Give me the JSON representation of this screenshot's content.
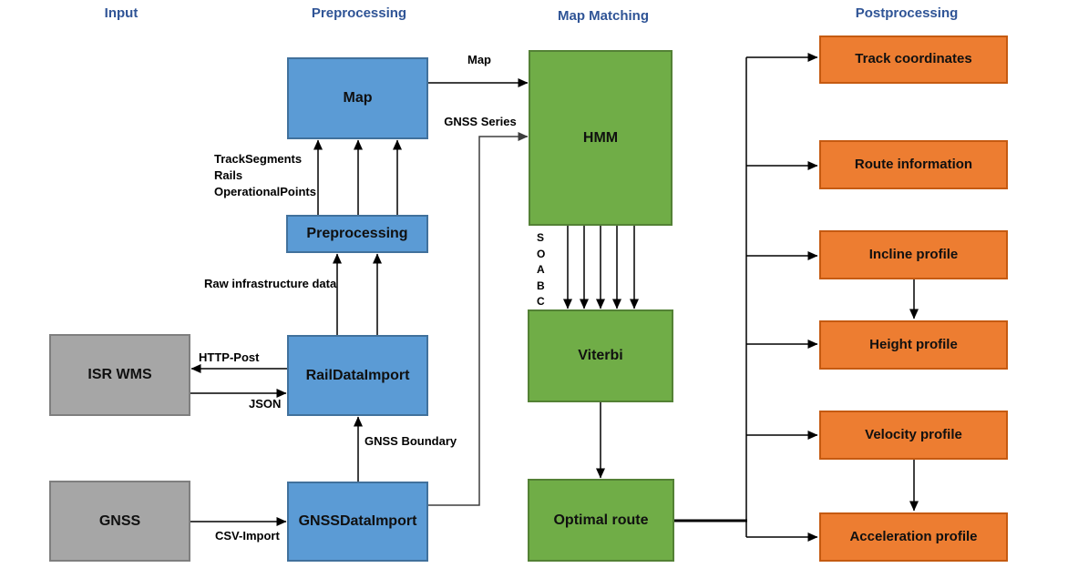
{
  "diagram": {
    "columns": [
      {
        "label": "Input"
      },
      {
        "label": "Preprocessing"
      },
      {
        "label": "Map Matching"
      },
      {
        "label": "Postprocessing"
      }
    ],
    "nodes": {
      "isr_wms": {
        "label": "ISR WMS"
      },
      "gnss": {
        "label": "GNSS"
      },
      "map": {
        "label": "Map"
      },
      "preprocessing": {
        "label": "Preprocessing"
      },
      "rail_data_import": {
        "label": "RailDataImport"
      },
      "gnss_data_import": {
        "label": "GNSSDataImport"
      },
      "hmm": {
        "label": "HMM"
      },
      "viterbi": {
        "label": "Viterbi"
      },
      "optimal_route": {
        "label": "Optimal route"
      },
      "track_coordinates": {
        "label": "Track coordinates"
      },
      "route_information": {
        "label": "Route information"
      },
      "incline_profile": {
        "label": "Incline profile"
      },
      "height_profile": {
        "label": "Height profile"
      },
      "velocity_profile": {
        "label": "Velocity profile"
      },
      "acceleration_profile": {
        "label": "Acceleration profile"
      }
    },
    "edge_labels": {
      "map_to_hmm": "Map",
      "gnss_series": "GNSS Series",
      "preprocessing_outputs": [
        "TrackSegments",
        "Rails",
        "OperationalPoints"
      ],
      "raw_infrastructure": "Raw infrastructure data",
      "http_post": "HTTP-Post",
      "json": "JSON",
      "gnss_boundary": "GNSS Boundary",
      "csv_import": "CSV-Import",
      "hmm_outputs": [
        "S",
        "O",
        "A",
        "B",
        "C"
      ]
    },
    "colors": {
      "header_text": "#2F5496",
      "source_fill": "#A6A6A6",
      "source_border": "#7F7F7F",
      "process_fill": "#5B9BD5",
      "process_border": "#41719C",
      "matching_fill": "#70AD47",
      "matching_border": "#538135",
      "output_fill": "#ED7D31",
      "output_border": "#C55A11",
      "arrow": "#000000",
      "gnss_series_wire": "#595959"
    }
  }
}
